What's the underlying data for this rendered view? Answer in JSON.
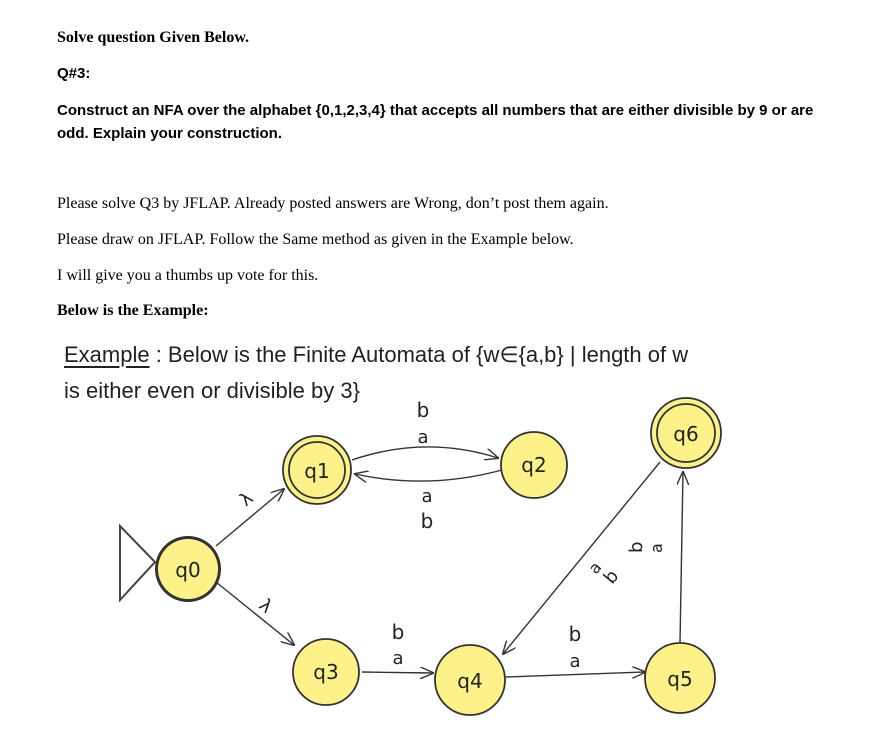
{
  "question": {
    "intro": "Solve question Given Below.",
    "number": "Q#3:",
    "body": "Construct an NFA over the alphabet {0,1,2,3,4} that accepts all numbers that are either divisible by 9 or are odd. Explain your construction."
  },
  "instructions": [
    "Please solve Q3 by JFLAP. Already posted answers are Wrong, don’t post them again.",
    "Please draw on JFLAP. Follow the Same method as given in the Example below.",
    "I will give you a thumbs up vote for this."
  ],
  "example_heading": "Below is the Example:",
  "example": {
    "label": "Example",
    "line1_rest": " : Below is the Finite Automata of {w∈{a,b} | length of w",
    "line2": "is either even or divisible by 3}"
  },
  "automaton": {
    "states": [
      "q0",
      "q1",
      "q2",
      "q3",
      "q4",
      "q5",
      "q6"
    ],
    "transition_labels": {
      "q0_q1": "λ",
      "q0_q3": "λ",
      "q1_q2_top_b": "b",
      "q1_q2_top_a": "a",
      "q2_q1_a": "a",
      "q2_q1_b": "b",
      "q3_q4_b": "b",
      "q3_q4_a": "a",
      "q4_q5_b": "b",
      "q4_q5_a": "a",
      "q6_q4_a": "a",
      "q6_q4_b": "b",
      "q5_q6_b": "b",
      "q5_q6_a": "a"
    },
    "colors": {
      "fill": "#fdf28a",
      "stroke": "#333333"
    }
  }
}
